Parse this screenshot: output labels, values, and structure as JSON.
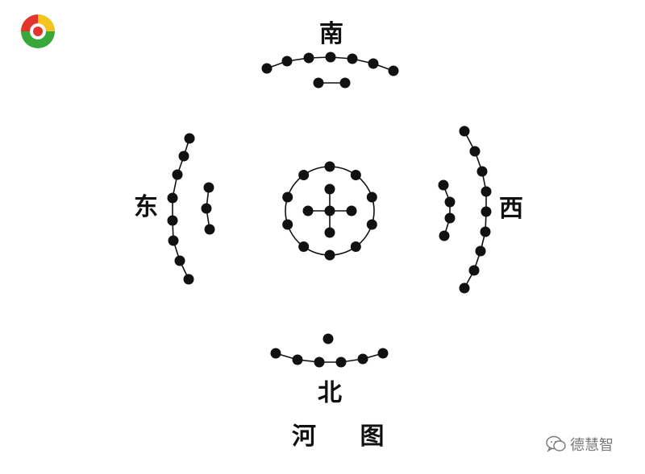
{
  "labels": {
    "south": "南",
    "east": "东",
    "west": "西",
    "north": "北",
    "title": "河 图"
  },
  "watermark": {
    "text": "德慧智",
    "icon": "wechat-icon"
  },
  "logo": {
    "icon": "circular-logo-icon",
    "colors": [
      "#e4342b",
      "#f6c31c",
      "#39a83a"
    ]
  },
  "groups": [
    {
      "name": "south-outer-dots",
      "count": 7
    },
    {
      "name": "south-inner-dots",
      "count": 2
    },
    {
      "name": "east-outer-dots",
      "count": 8
    },
    {
      "name": "east-inner-dots",
      "count": 3
    },
    {
      "name": "west-outer-dots",
      "count": 9
    },
    {
      "name": "west-inner-dots",
      "count": 4
    },
    {
      "name": "north-outer-dots",
      "count": 6
    },
    {
      "name": "north-inner-dots",
      "count": 1
    },
    {
      "name": "center-ring-dots",
      "count": 10
    },
    {
      "name": "center-cross-dots",
      "count": 5
    }
  ],
  "dot_color": "#111111"
}
